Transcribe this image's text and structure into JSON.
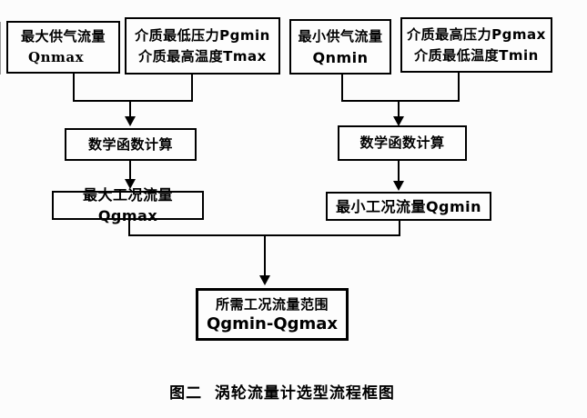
{
  "diagram": {
    "boxes": {
      "qnmax": {
        "line1": "最大供气流量",
        "line2": "Qnmax"
      },
      "pgmin_tmax": {
        "line1": "介质最低压力Pgmin",
        "line2": "介质最高温度Tmax"
      },
      "qnmin": {
        "line1": "最小供气流量",
        "line2": "Qnmin"
      },
      "pgmax_tmin": {
        "line1": "介质最高压力Pgmax",
        "line2": "介质最低温度Tmin"
      },
      "math_left": {
        "label": "数学函数计算"
      },
      "math_right": {
        "label": "数学函数计算"
      },
      "qgmax": {
        "label": "最大工况流量Qgmax"
      },
      "qgmin": {
        "label": "最小工况流量Qgmin"
      },
      "result": {
        "line1": "所需工况流量范围",
        "line2": "Qgmin-Qgmax"
      }
    },
    "caption": "图二  涡轮流量计选型流程框图",
    "colors": {
      "line": "#000000",
      "background": "#fcfcfc",
      "box_background": "#fdfdfd"
    }
  }
}
